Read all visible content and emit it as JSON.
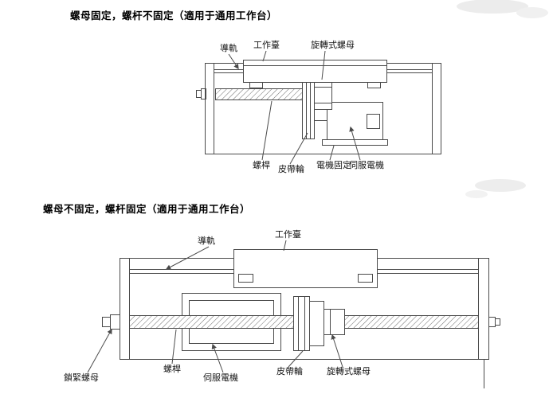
{
  "page": {
    "background": "#ffffff",
    "line_color": "#4a4a4a",
    "text_color": "#151515"
  },
  "sections": [
    {
      "title": "螺母固定，螺杆不固定（適用于通用工作台）",
      "labels": {
        "guide_rail": "導軌",
        "worktable": "工作臺",
        "rotating_nut": "旋轉式螺母",
        "screw": "螺桿",
        "belt_pulley": "皮帶輪",
        "motor_mount": "電機固定",
        "servo_motor": "伺服電機"
      }
    },
    {
      "title": "螺母不固定，螺杆固定（適用于通用工作台）",
      "labels": {
        "guide_rail": "導軌",
        "worktable": "工作臺",
        "lock_nut": "鎖緊螺母",
        "screw": "螺桿",
        "servo_motor": "伺服電機",
        "belt_pulley": "皮帶輪",
        "rotating_nut": "旋轉式螺母"
      }
    }
  ]
}
